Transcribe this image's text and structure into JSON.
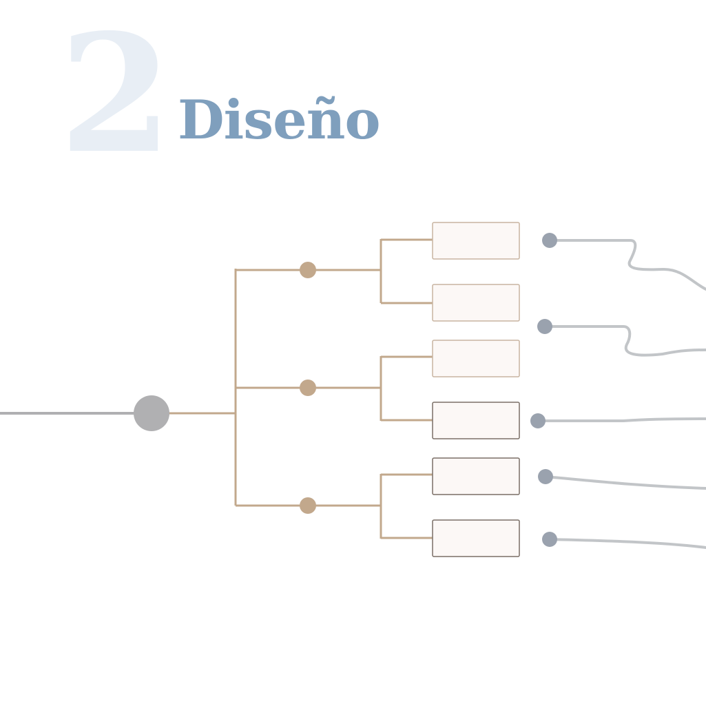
{
  "header": {
    "step_number": "2",
    "title": "Diseño"
  },
  "colors": {
    "number": "#e8eef5",
    "title": "#7f9fbd",
    "branch": "#c2a88c",
    "input_line": "#b0b0b2",
    "root_node": "#b0b0b2",
    "box_fill": "#fcf8f6",
    "box_border": "#c8b4a0",
    "box_border_dark": "#7a6e66",
    "connector_dot": "#9aa2ae",
    "connector_line": "#c2c5c8"
  },
  "diagram": {
    "groups": 3,
    "boxes_per_group": 2,
    "outputs": 5
  }
}
